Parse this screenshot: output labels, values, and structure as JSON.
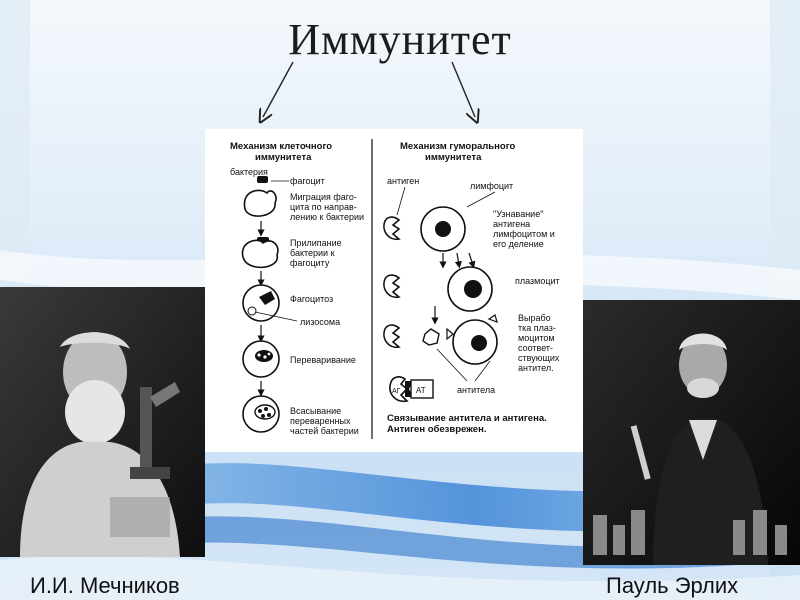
{
  "title": "Иммунитет",
  "cellular": {
    "heading_1": "Механизм клеточного",
    "heading_2": "иммунитета",
    "bacterium": "бактерия",
    "phagocyte": "фагоцит",
    "migration_1": "Миграция фаго-",
    "migration_2": "цита по направ-",
    "migration_3": "лению к бактерии",
    "adhesion_1": "Прилипание",
    "adhesion_2": "бактерии к",
    "adhesion_3": "фагоциту",
    "phagocytosis": "Фагоцитоз",
    "lysosome": "лизосома",
    "digestion": "Переваривание",
    "absorption_1": "Всасывание",
    "absorption_2": "переваренных",
    "absorption_3": "частей бактерии"
  },
  "humoral": {
    "heading_1": "Механизм гуморального",
    "heading_2": "иммунитета",
    "antigen": "антиген",
    "lymphocyte": "лимфоцит",
    "recognition_1": "\"Узнавание\"",
    "recognition_2": "антигена",
    "recognition_3": "лимфоцитом и",
    "recognition_4": "его деление",
    "plasmocyte": "плазмоцит",
    "production_1": "Вырабо",
    "production_2": "тка плаз-",
    "production_3": "моцитом",
    "production_4": "соответ-",
    "production_5": "ствующих",
    "production_6": "антител.",
    "antibodies": "антитела",
    "ag": "АГ",
    "at": "АТ",
    "binding_1": "Связывание антитела и антигена.",
    "binding_2": "Антиген обезврежен."
  },
  "captions": {
    "left": "И.И. Мечников",
    "right": "Пауль Эрлих"
  }
}
